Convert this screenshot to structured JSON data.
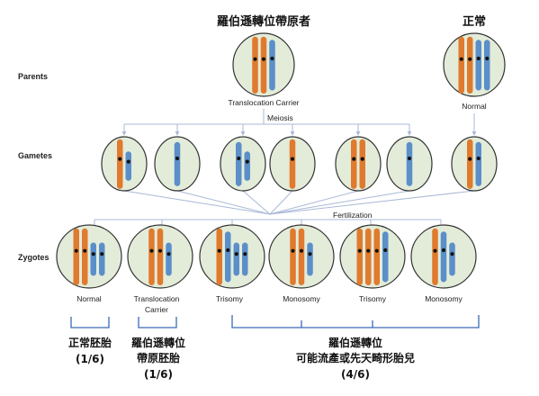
{
  "titles": {
    "carrier": "羅伯遜轉位帶原者",
    "normal": "正常"
  },
  "row_labels": {
    "parents": "Parents",
    "gametes": "Gametes",
    "zygotes": "Zygotes"
  },
  "process_labels": {
    "meiosis": "Meiosis",
    "fertilization": "Fertilization"
  },
  "parents": {
    "carrier_label": "Translocation Carrier",
    "normal_label": "Normal"
  },
  "zygotes": [
    {
      "label": "Normal"
    },
    {
      "label": "Translocation",
      "label2": "Carrier"
    },
    {
      "label": "Trisomy"
    },
    {
      "label": "Monosomy"
    },
    {
      "label": "Trisomy"
    },
    {
      "label": "Monosomy"
    }
  ],
  "groups": {
    "normal": {
      "line1": "正常胚胎",
      "line2": "(1/6)"
    },
    "carrier": {
      "line1": "羅伯遜轉位",
      "line2": "帶原胚胎",
      "line3": "(1/6)"
    },
    "abnormal": {
      "line1": "羅伯遜轉位",
      "line2": "可能流產或先天畸形胎兒",
      "line3": "(4/6)"
    }
  },
  "colors": {
    "cell_fill": "#e3ecd9",
    "cell_stroke": "#333333",
    "orange": "#e07a2e",
    "blue": "#5b8fc9",
    "line": "#a9b9d6",
    "bracket": "#3a6ab5"
  }
}
